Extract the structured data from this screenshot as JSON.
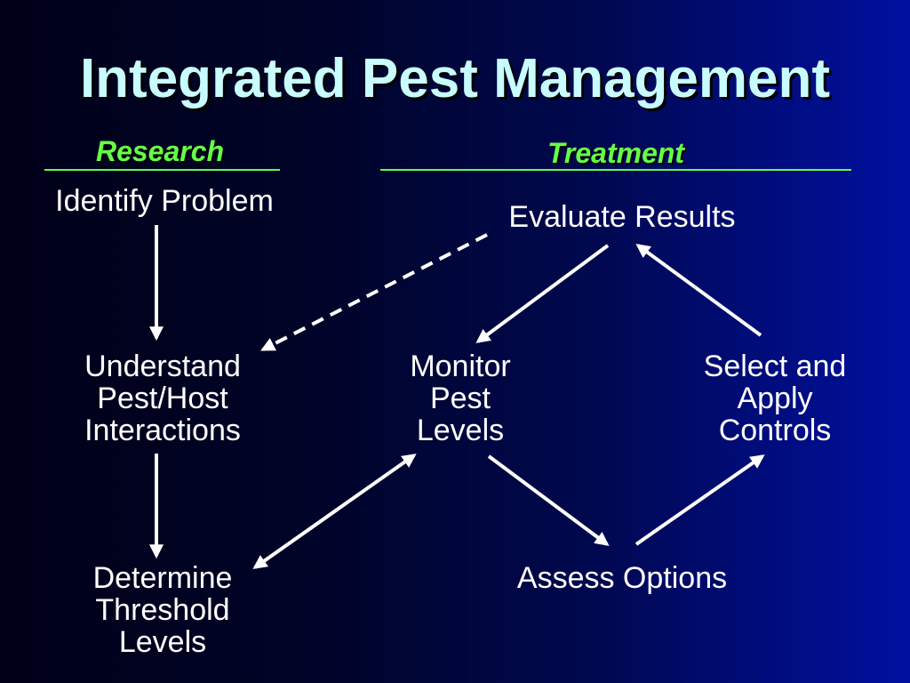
{
  "title": "Integrated Pest Management",
  "sections": {
    "research": "Research",
    "treatment": "Treatment"
  },
  "nodes": {
    "identify": "Identify Problem",
    "understand": "Understand\nPest/Host\nInteractions",
    "threshold": "Determine\nThreshold\nLevels",
    "evaluate": "Evaluate Results",
    "monitor": "Monitor\nPest\nLevels",
    "select": "Select and\nApply\nControls",
    "assess": "Assess Options"
  },
  "edges": [
    {
      "from": "Identify Problem",
      "to": "Understand Pest/Host Interactions",
      "style": "solid"
    },
    {
      "from": "Understand Pest/Host Interactions",
      "to": "Determine Threshold Levels",
      "style": "solid"
    },
    {
      "from": "Evaluate Results",
      "to": "Understand Pest/Host Interactions",
      "style": "dashed"
    },
    {
      "from": "Evaluate Results",
      "to": "Monitor Pest Levels",
      "style": "solid"
    },
    {
      "from": "Select and Apply Controls",
      "to": "Evaluate Results",
      "style": "solid"
    },
    {
      "from": "Determine Threshold Levels",
      "to": "Monitor Pest Levels",
      "style": "solid, bidirectional"
    },
    {
      "from": "Monitor Pest Levels",
      "to": "Assess Options",
      "style": "solid"
    },
    {
      "from": "Assess Options",
      "to": "Select and Apply Controls",
      "style": "solid"
    }
  ],
  "colors": {
    "title": "#c8fcff",
    "section_label": "#66ff44",
    "node_text": "#ffffff",
    "arrow": "#ffffff",
    "background_dark": "#000018",
    "background_light": "#0010a0"
  }
}
